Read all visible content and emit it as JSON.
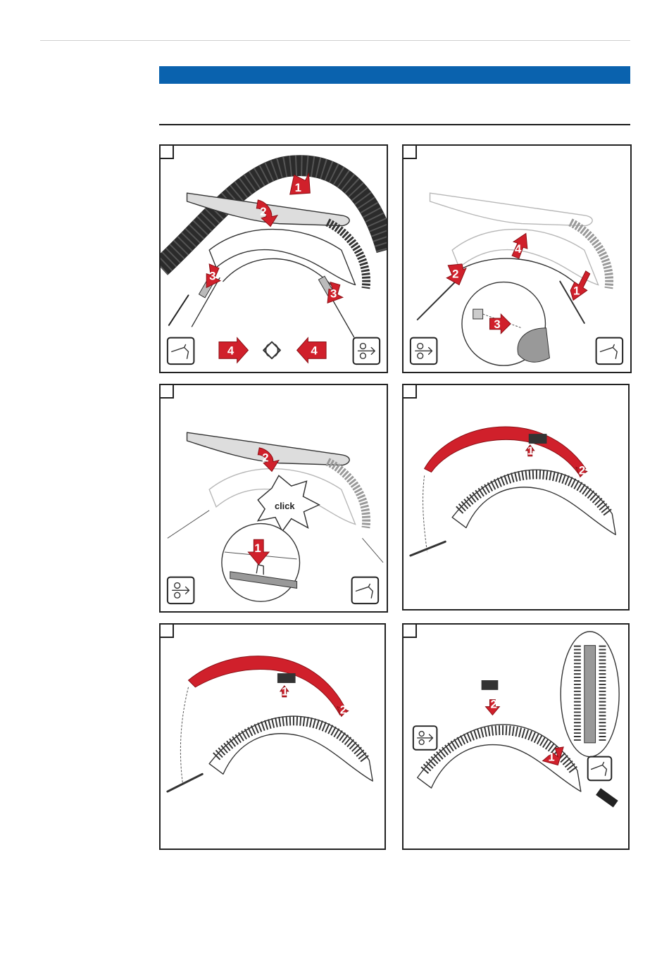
{
  "panels": [
    {
      "id": "p1",
      "arrows": [
        "1",
        "2",
        "3",
        "3",
        "4",
        "4"
      ]
    },
    {
      "id": "p2",
      "arrows": [
        "1",
        "2",
        "3",
        "4"
      ]
    },
    {
      "id": "p3",
      "arrows": [
        "1",
        "2"
      ],
      "callout": "click"
    },
    {
      "id": "p4",
      "arrows": [
        "1",
        "2"
      ]
    },
    {
      "id": "p5",
      "arrows": [
        "1",
        "2"
      ]
    },
    {
      "id": "p6",
      "arrows": [
        "1",
        "2"
      ]
    }
  ],
  "icons": {
    "torch": "welding-torch-icon",
    "wirefeed": "wire-feed-icon",
    "rotate": "rotate-icon"
  },
  "colors": {
    "header_bar": "#0a62ae",
    "arrow": "#d0202b"
  }
}
